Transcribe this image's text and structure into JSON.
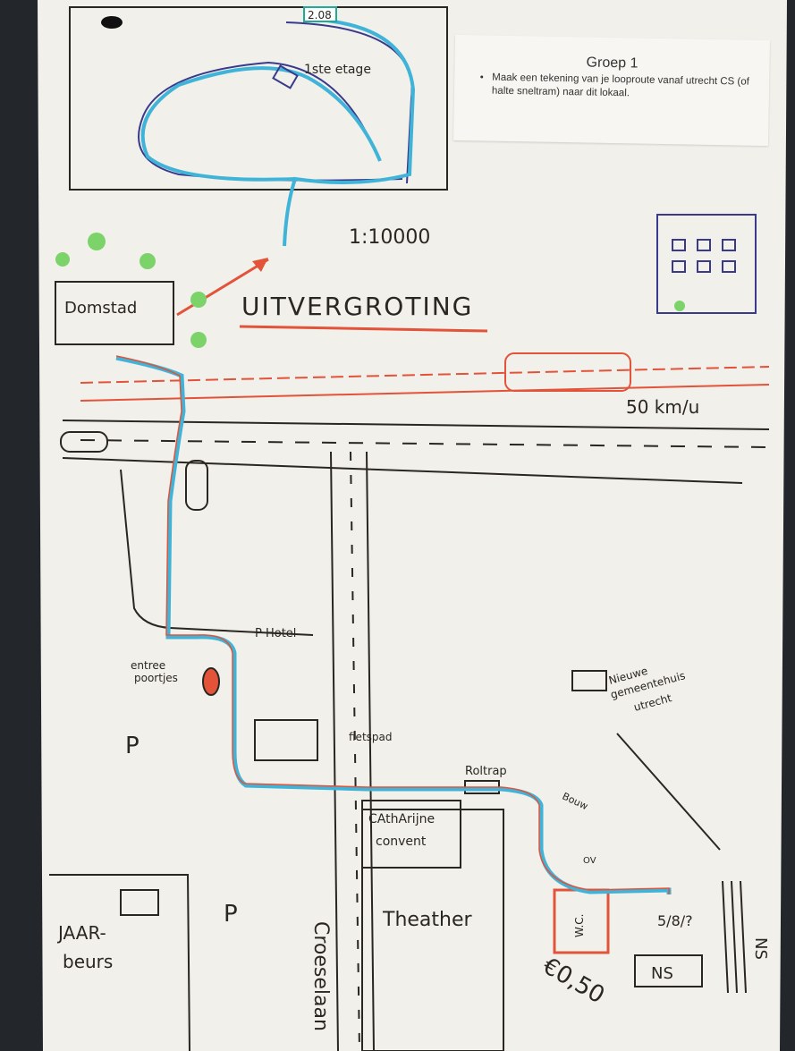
{
  "note": {
    "title": "Groep 1",
    "bullet": "Maak een tekening van je looproute vanaf utrecht CS (of halte sneltram) naar dit lokaal."
  },
  "labels": {
    "room": "2.08",
    "floor": "1ste etage",
    "scale": "1:10000",
    "domstad": "Domstad",
    "zoom": "UITVERGROTING",
    "speed": "50 km/u",
    "hotel": "P Hotel",
    "entree": [
      "entree",
      "poortjes"
    ],
    "parking1": "P",
    "parking2": "P",
    "bike": "fietspad",
    "escalator": "Roltrap",
    "construction": "Bouw",
    "catharijne": [
      "CAthArijne",
      "convent"
    ],
    "theater": "Theather",
    "street": "Croeselaan",
    "jaarbeurs": [
      "JAAR-",
      "beurs"
    ],
    "wc": "W.C.",
    "ov": "OV",
    "price": "€0,50",
    "platform": "5/8/?",
    "ns1": "NS",
    "ns2": "NS",
    "townhall": [
      "Nieuwe",
      "gemeentehuis",
      "utrecht"
    ]
  },
  "colors": {
    "route_blue": "#3fb4d8",
    "route_red": "#e2533a",
    "ink": "#2a2622",
    "purple": "#3a3a8c",
    "green": "#7bd36a"
  }
}
